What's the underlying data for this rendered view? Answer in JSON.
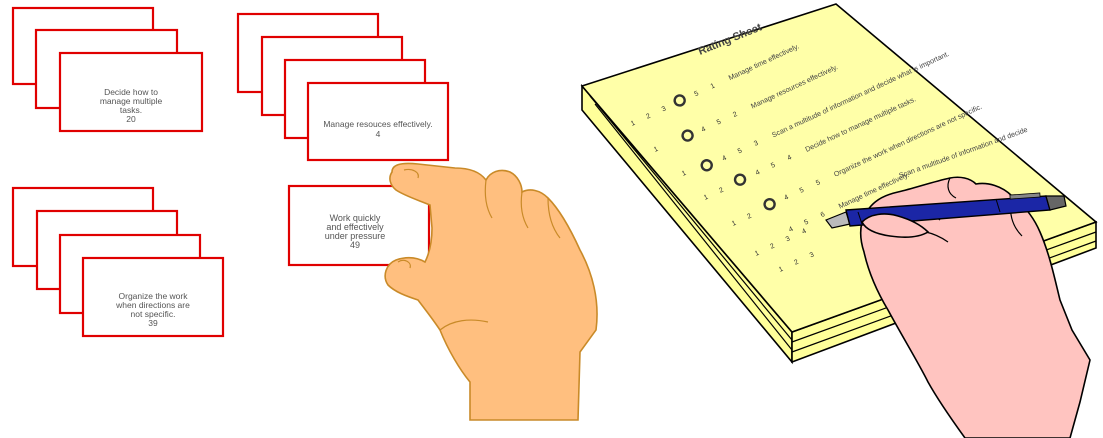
{
  "cards": {
    "group1_front": [
      "Decide how to",
      "manage multiple",
      "tasks.",
      "20"
    ],
    "group2_front": [
      "Manage resouces effectively.",
      "4"
    ],
    "group3_front": [
      "Organize the work",
      "when directions are",
      "not specific.",
      "39"
    ],
    "held_card": [
      "Work quickly",
      "and effectively",
      "under pressure",
      "49"
    ]
  },
  "rating_sheet": {
    "title": "Rating Sheet",
    "items": [
      "Manage time effectively.",
      "Manage resources effectively.",
      "Scan a multitude of information and decide what is important.",
      "Decide how to manage multiple tasks.",
      "Organize the work when directions are not specific.",
      "Manage time effectively.",
      "Scan a multitude of information and decide"
    ],
    "scale": [
      "1",
      "2",
      "3",
      "4",
      "5"
    ]
  }
}
